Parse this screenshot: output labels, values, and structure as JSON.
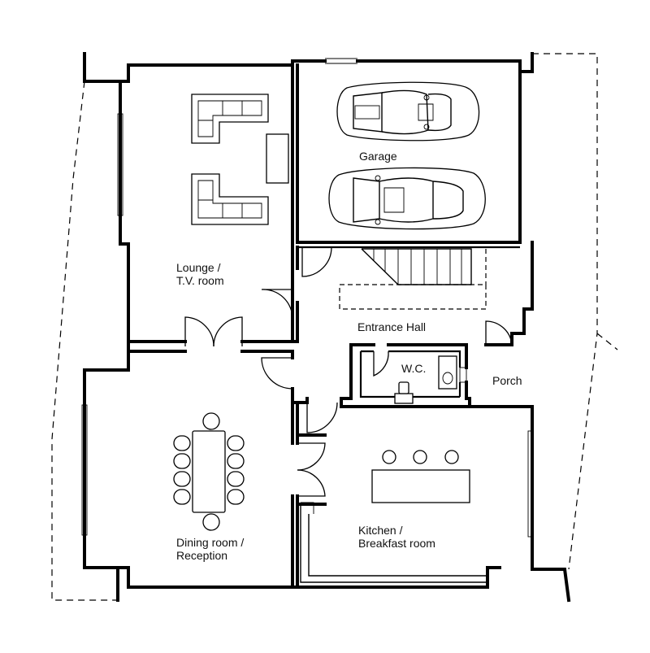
{
  "rooms": {
    "garage": "Garage",
    "lounge": {
      "line1": "Lounge /",
      "line2": "T.V. room"
    },
    "entrance_hall": "Entrance Hall",
    "wc": "W.C.",
    "porch": "Porch",
    "dining": {
      "line1": "Dining room /",
      "line2": "Reception"
    },
    "kitchen": {
      "line1": "Kitchen /",
      "line2": "Breakfast room"
    }
  },
  "colors": {
    "ink": "#000000",
    "paper": "#ffffff"
  },
  "icons": [
    "car-icon",
    "sofa-icon",
    "dining-table-icon",
    "kitchen-island-icon",
    "staircase-icon",
    "toilet-icon",
    "door-swing-icon"
  ]
}
